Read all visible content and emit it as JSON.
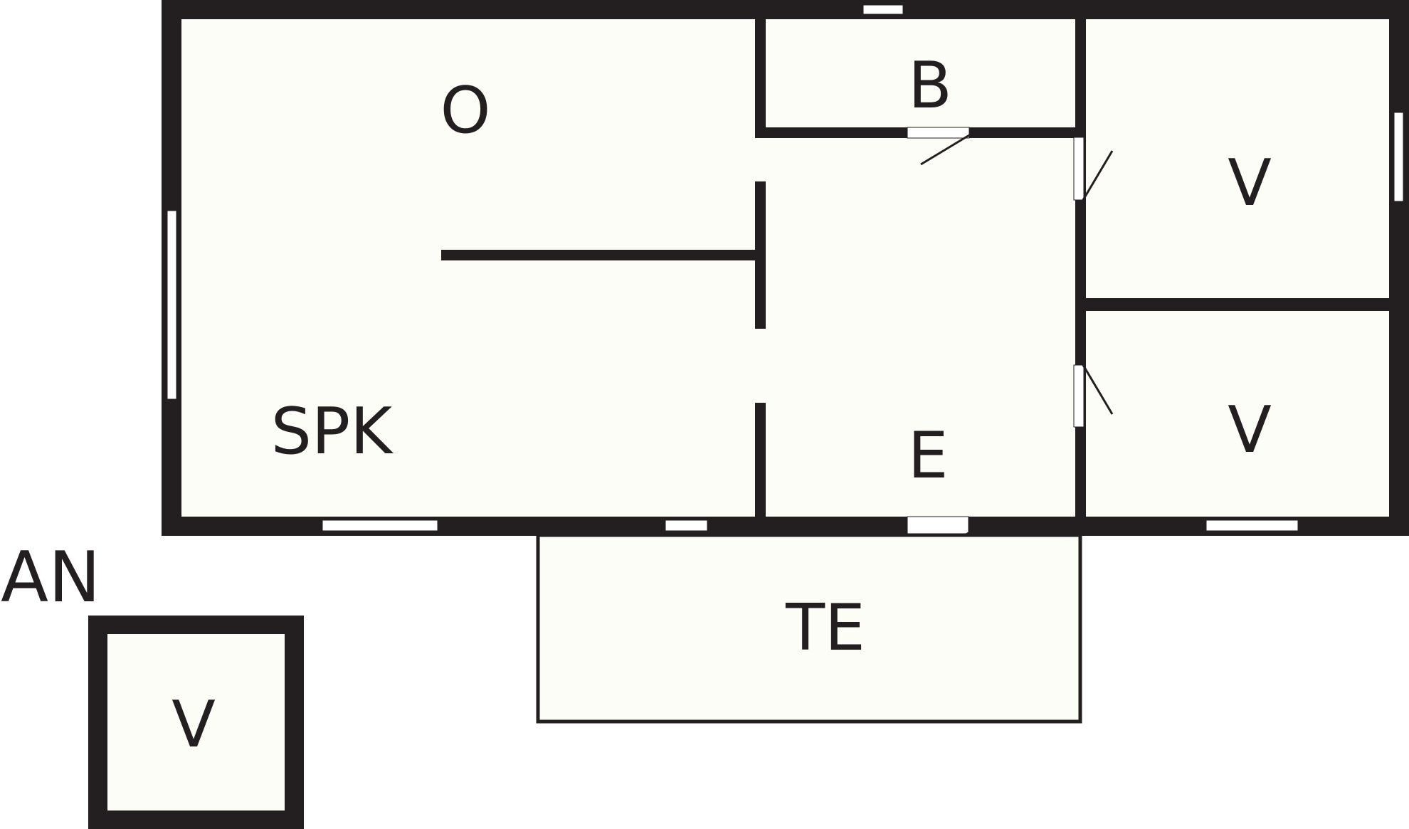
{
  "colors": {
    "wall": "#231f20",
    "floor": "#fdfdf8",
    "window": "#ffffff",
    "background": "#ffffff"
  },
  "labels": {
    "room_o": "O",
    "room_b": "B",
    "room_spk": "SPK",
    "room_e": "E",
    "room_v_top": "V",
    "room_v_mid": "V",
    "room_te": "TE",
    "annex": "AN",
    "annex_room_v": "V"
  }
}
